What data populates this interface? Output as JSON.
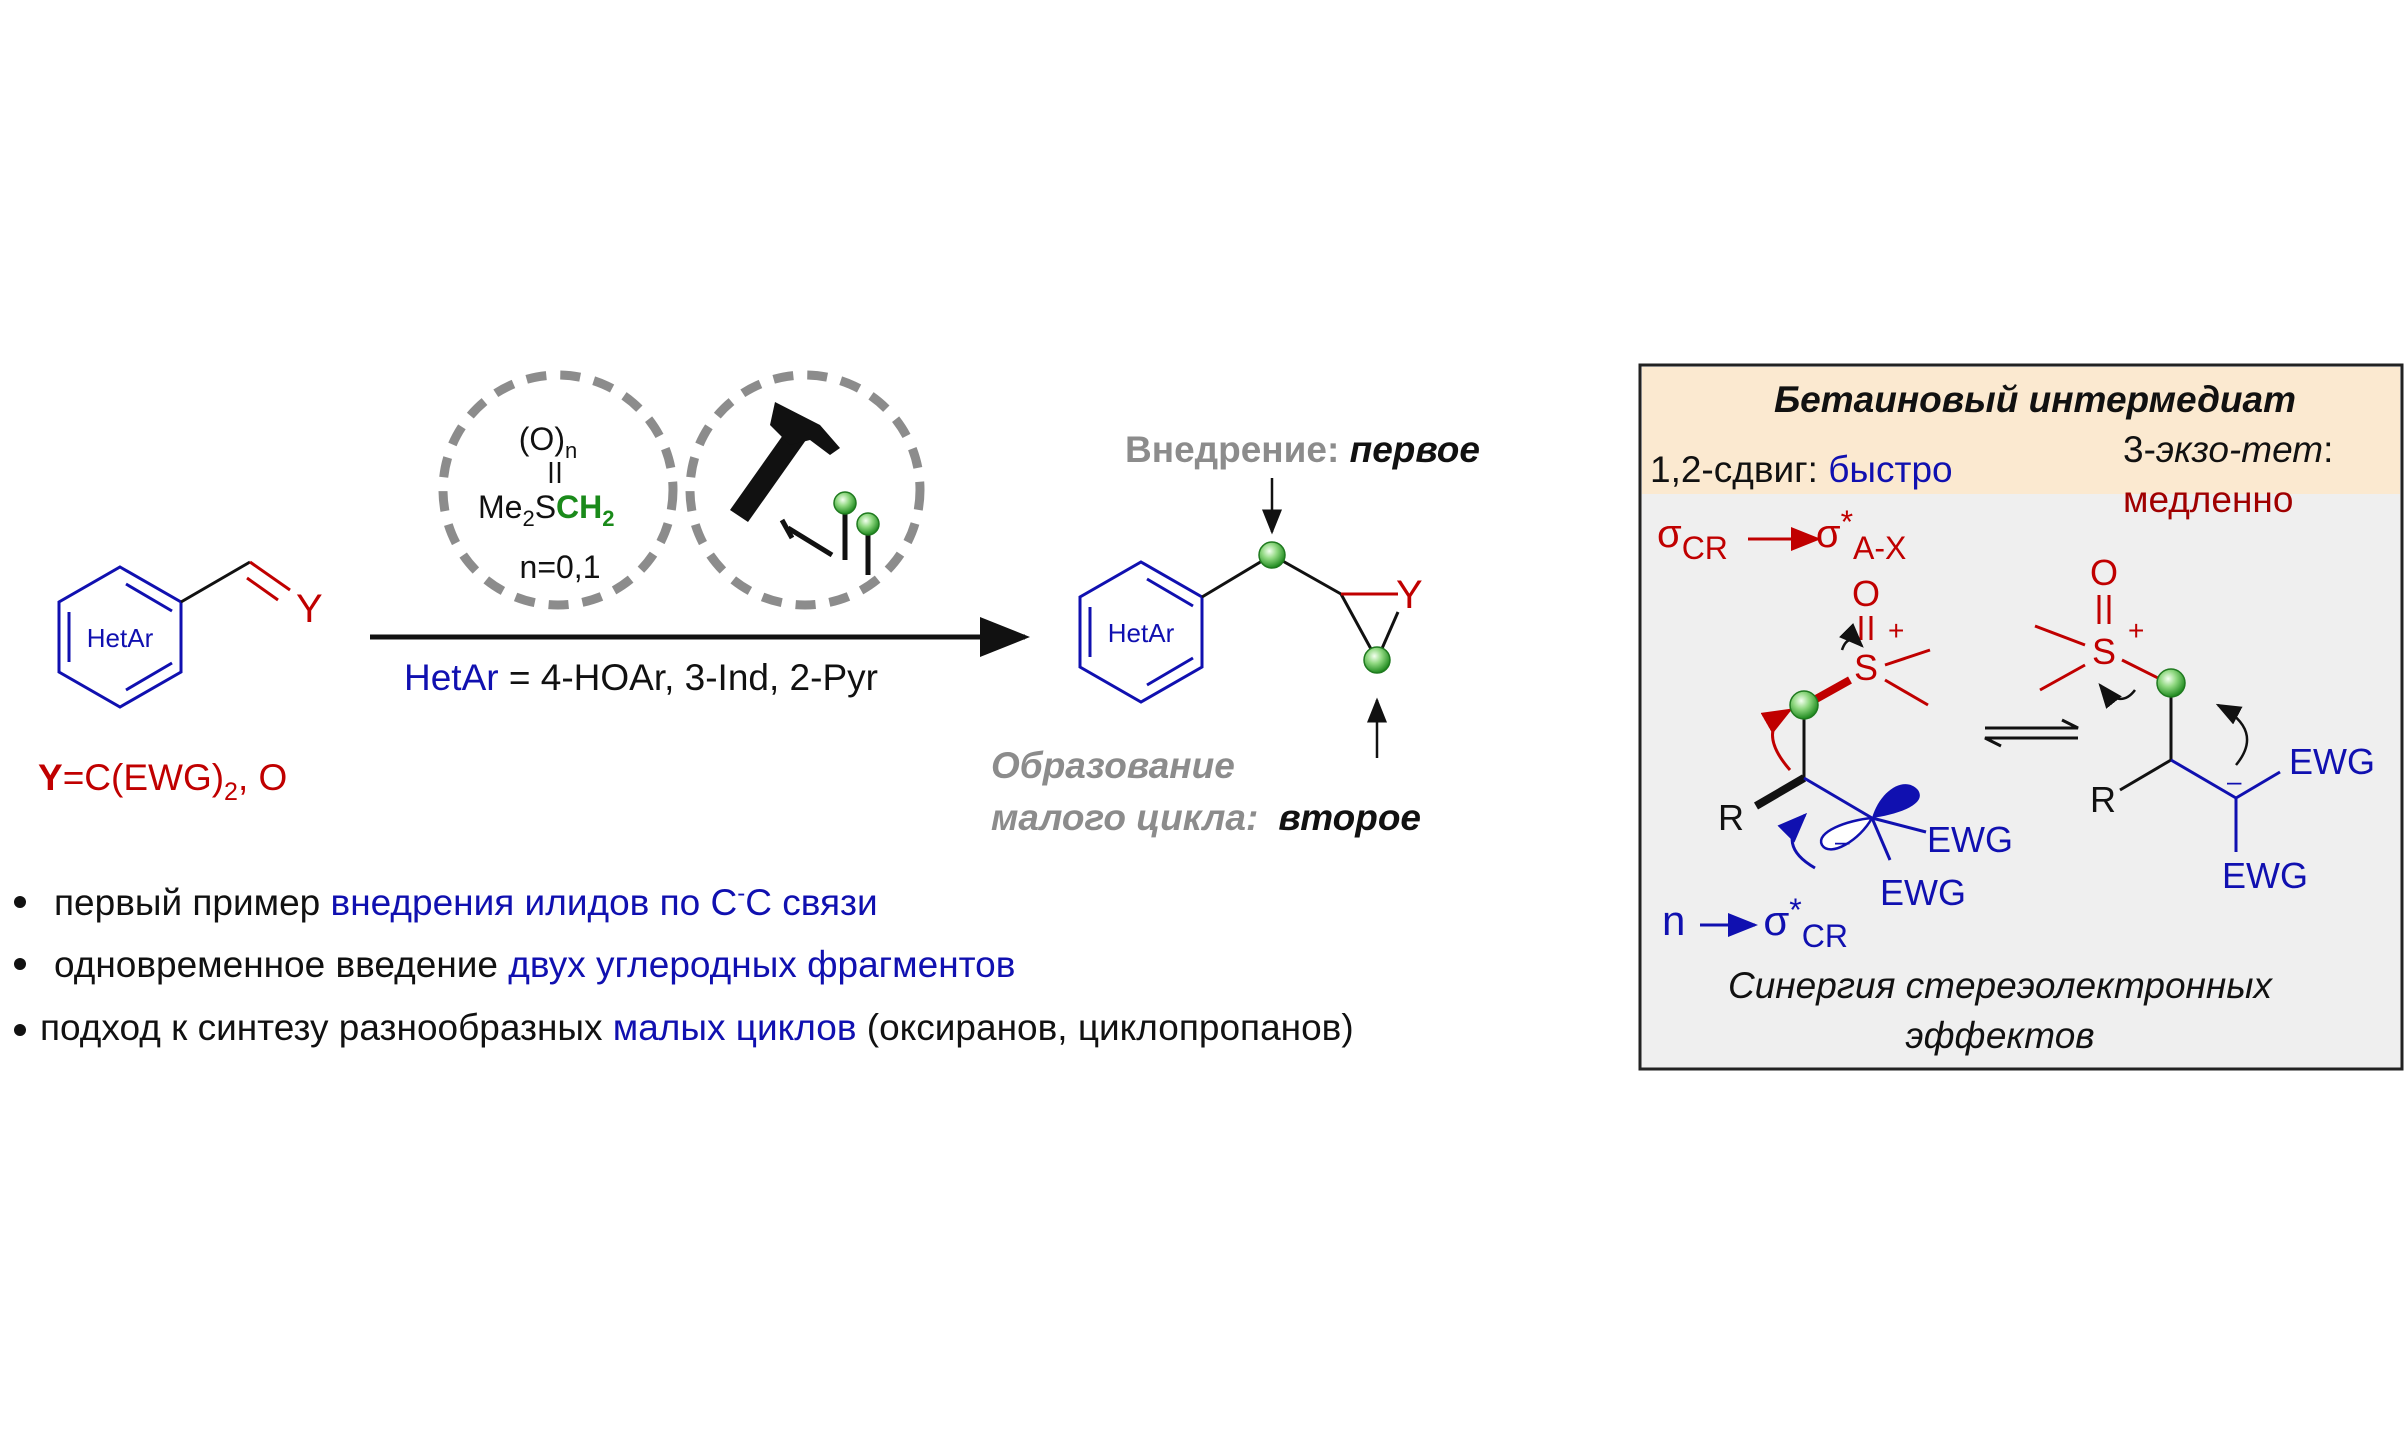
{
  "reactant": {
    "ring_label": "HetAr",
    "y_label": "Y",
    "y_def_prefix": "Y",
    "y_def_rest": "=C(EWG)",
    "y_def_sub": "2",
    "y_def_tail": ", O"
  },
  "reagent": {
    "oxo": "(O)",
    "oxo_sub": "n",
    "me": "Me",
    "me_sub": "2",
    "s": "S",
    "ch": "CH",
    "ch_sub": "2",
    "n_def": "n=0,1"
  },
  "conditions": {
    "hetar": "HetAr",
    "rest": " = 4-HOAr, 3-Ind, 2-Pyr"
  },
  "product": {
    "ring_label": "HetAr",
    "y_label": "Y",
    "insertion_label": "Внедрение",
    "insertion_colon": ": ",
    "insertion_order": "первое",
    "ring_formation_line1": "Образование",
    "ring_formation_line2": "малого цикла:",
    "ring_formation_order": "второе"
  },
  "bullets": [
    {
      "plain": "первый пример ",
      "highlight": "внедрения илидов по C",
      "sup": "-",
      "highlight2": "C связи",
      "tail": ""
    },
    {
      "plain": "одновременное введение ",
      "highlight": "двух углеродных фрагментов",
      "tail": ""
    },
    {
      "plain": "подход к синтезу разнообразных ",
      "highlight": "малых циклов",
      "tail": " (оксиранов, циклопропанов)"
    }
  ],
  "betaine_box": {
    "title": "Бетаиновый интермедиат",
    "shift_label": "1,2-сдвиг: ",
    "shift_speed": "быстро",
    "exo_num": "3-",
    "exo_label": "экзо-тет",
    "exo_colon": ":",
    "exo_speed": "медленно",
    "sigma": "σ",
    "sigma_sub": "CR",
    "sigma_star": "σ",
    "star": "*",
    "sigma_star_sub": "A-X",
    "n": "n",
    "n_target": "σ",
    "n_star": "*",
    "n_target_sub": "CR",
    "o": "O",
    "s": "S",
    "plus": "+",
    "r": "R",
    "ewg": "EWG",
    "minus": "–",
    "caption_line1": "Синергия стереэолектронных",
    "caption_line2": "эффектов"
  },
  "colors": {
    "red": "#c00000",
    "blue": "#1010b0",
    "grey": "#8c8c8c",
    "green": "#1a8a1a",
    "box_top": "#fbe9d0",
    "box_bottom": "#efefef"
  }
}
